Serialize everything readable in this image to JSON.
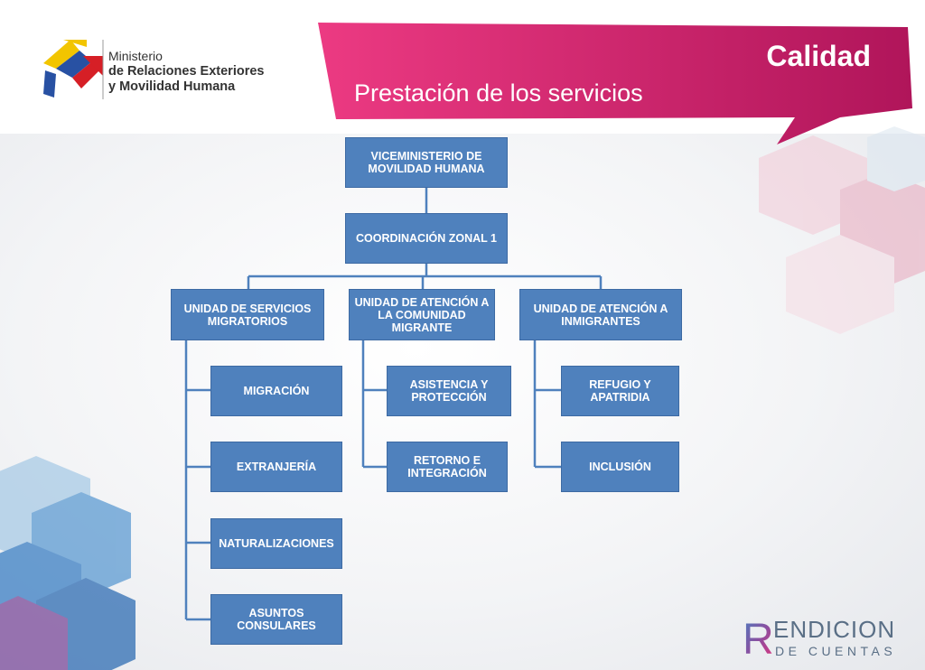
{
  "header": {
    "ministry": {
      "line1": "Ministerio",
      "line2": "de Relaciones Exteriores",
      "line3": "y Movilidad Humana"
    },
    "title": "Calidad",
    "subtitle": "Prestación de los servicios"
  },
  "orgchart": {
    "root": "VICEMINISTERIO DE MOVILIDAD HUMANA",
    "level2": "COORDINACIÓN ZONAL 1",
    "units": [
      {
        "label": "UNIDAD DE SERVICIOS MIGRATORIOS",
        "children": [
          "MIGRACIÓN",
          "EXTRANJERÍA",
          "NATURALIZACIONES",
          "ASUNTOS CONSULARES"
        ]
      },
      {
        "label": "UNIDAD DE ATENCIÓN A LA COMUNIDAD MIGRANTE",
        "children": [
          "ASISTENCIA Y PROTECCIÓN",
          "RETORNO E INTEGRACIÓN"
        ]
      },
      {
        "label": "UNIDAD DE ATENCIÓN A INMIGRANTES",
        "children": [
          "REFUGIO Y APATRIDIA",
          "INCLUSIÓN"
        ]
      }
    ]
  },
  "brand": {
    "initial": "R",
    "word1": "ENDICION",
    "word2": "DE CUENTAS"
  },
  "colors": {
    "box": "#4f81bd",
    "connector": "#4f81bd",
    "banner_start": "#e8317a",
    "banner_end": "#b31559"
  }
}
